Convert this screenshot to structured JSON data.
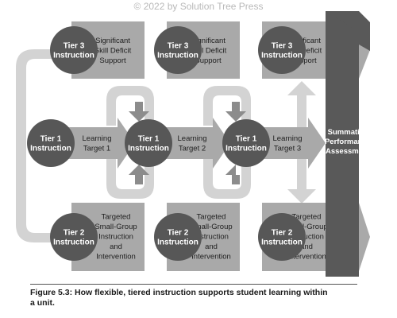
{
  "copyright": "© 2022 by Solution Tree Press",
  "tier3": {
    "title": [
      "Tier 3",
      "Instruction"
    ],
    "support": [
      "Significant",
      "Skill Deficit",
      "Support"
    ]
  },
  "tier1": {
    "title": [
      "Tier 1",
      "Instruction"
    ]
  },
  "tier2": {
    "title": [
      "Tier 2",
      "Instruction"
    ],
    "support": [
      "Targeted",
      "Small-Group",
      "Instruction",
      "and",
      "Intervention"
    ]
  },
  "learning_targets": [
    [
      "Learning",
      "Target 1"
    ],
    [
      "Learning",
      "Target 2"
    ],
    [
      "Learning",
      "Target 3"
    ]
  ],
  "summative": [
    "Summative",
    "Performance",
    "Assessment"
  ],
  "caption": [
    "Figure 5.3: How flexible, tiered instruction supports student learning within",
    "a unit."
  ],
  "colors": {
    "circle": "#575757",
    "box": "#a9a9a9",
    "arrow_light": "#d3d3d3",
    "summative_bar": "#595959",
    "text_dark": "#1e1e1e",
    "text_light": "#ffffff"
  }
}
